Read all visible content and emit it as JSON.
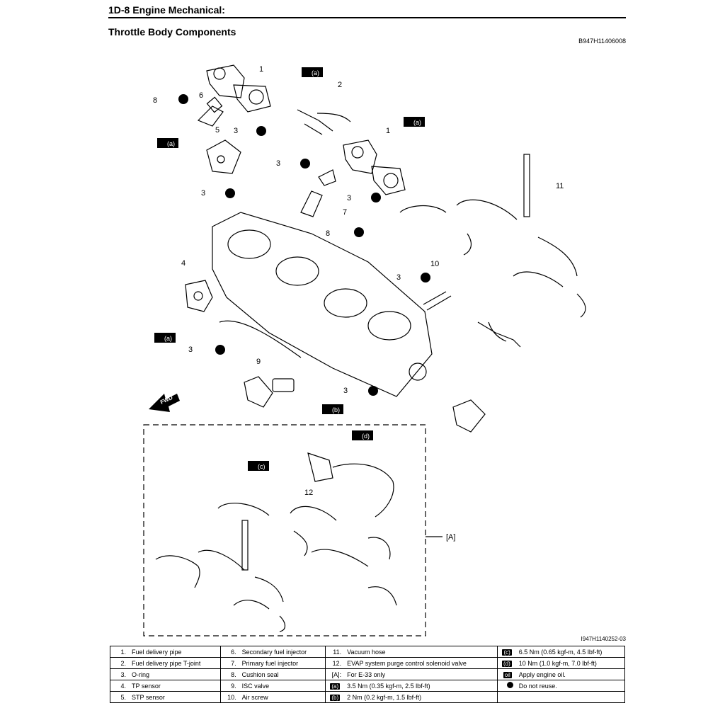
{
  "header": {
    "section": "1D-8  Engine Mechanical:"
  },
  "title": "Throttle Body Components",
  "doc_code": "B947H11406008",
  "figure": {
    "code": "I947H1140252-03",
    "callouts": [
      "1",
      "2",
      "3",
      "4",
      "5",
      "6",
      "7",
      "8",
      "9",
      "10",
      "11",
      "12"
    ],
    "torque_marks": [
      "(a)",
      "(b)",
      "(c)",
      "(d)"
    ],
    "inset_label": "[A]",
    "fwd_label": "FWD"
  },
  "legend": {
    "rows": [
      [
        {
          "n": "1.",
          "t": "Fuel delivery pipe"
        },
        {
          "n": "6.",
          "t": "Secondary fuel injector"
        },
        {
          "n": "11.",
          "t": "Vacuum hose"
        },
        {
          "sym": "(c)",
          "t": "6.5 Nm (0.65 kgf-m, 4.5 lbf-ft)"
        }
      ],
      [
        {
          "n": "2.",
          "t": "Fuel delivery pipe T-joint"
        },
        {
          "n": "7.",
          "t": "Primary fuel injector"
        },
        {
          "n": "12.",
          "t": "EVAP system purge control solenoid valve"
        },
        {
          "sym": "(d)",
          "t": "10 Nm (1.0 kgf-m, 7.0 lbf-ft)"
        }
      ],
      [
        {
          "n": "3.",
          "t": "O-ring"
        },
        {
          "n": "8.",
          "t": "Cushion seal"
        },
        {
          "n": "[A]:",
          "t": "For E-33 only"
        },
        {
          "sym": "oil",
          "t": "Apply engine oil."
        }
      ],
      [
        {
          "n": "4.",
          "t": "TP sensor"
        },
        {
          "n": "9.",
          "t": "ISC valve"
        },
        {
          "sym": "(a)",
          "t": "3.5 Nm (0.35 kgf-m, 2.5 lbf-ft)"
        },
        {
          "sym": "x",
          "t": "Do not reuse."
        }
      ],
      [
        {
          "n": "5.",
          "t": "STP sensor"
        },
        {
          "n": "10.",
          "t": "Air screw"
        },
        {
          "sym": "(b)",
          "t": "2 Nm (0.2 kgf-m, 1.5 lbf-ft)"
        },
        {
          "sym": "",
          "t": ""
        }
      ]
    ]
  }
}
